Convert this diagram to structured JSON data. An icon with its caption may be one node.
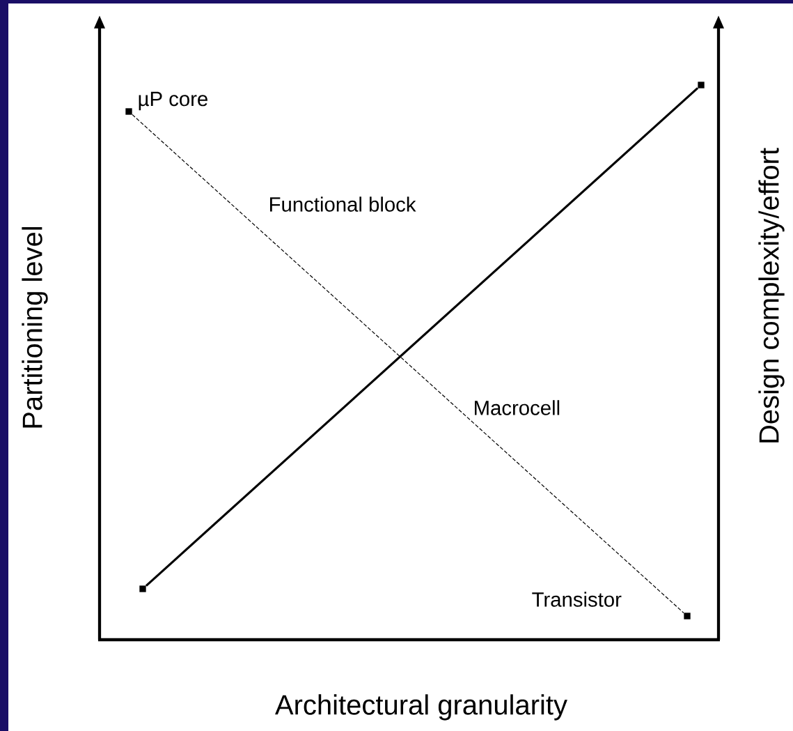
{
  "diagram": {
    "nodes": [
      {
        "text": [],
        "shape": "box",
        "beside": [
          "µP core"
        ]
      },
      {
        "text": [],
        "shape": "box"
      },
      {
        "text": [],
        "shape": "box",
        "beside": [
          "Transistor"
        ]
      },
      {
        "text": [],
        "shape": "box"
      }
    ],
    "edges": [
      {
        "from": 1,
        "to": 3,
        "arrow": "none",
        "style": "thick"
      },
      {
        "from": 0,
        "to": 2,
        "arrow": "none",
        "style": "dashed"
      }
    ],
    "labels": [
      "Functional block",
      "Partitioning level",
      "Design complexity/effort",
      "Macrocell",
      "Architectural granularity"
    ]
  }
}
